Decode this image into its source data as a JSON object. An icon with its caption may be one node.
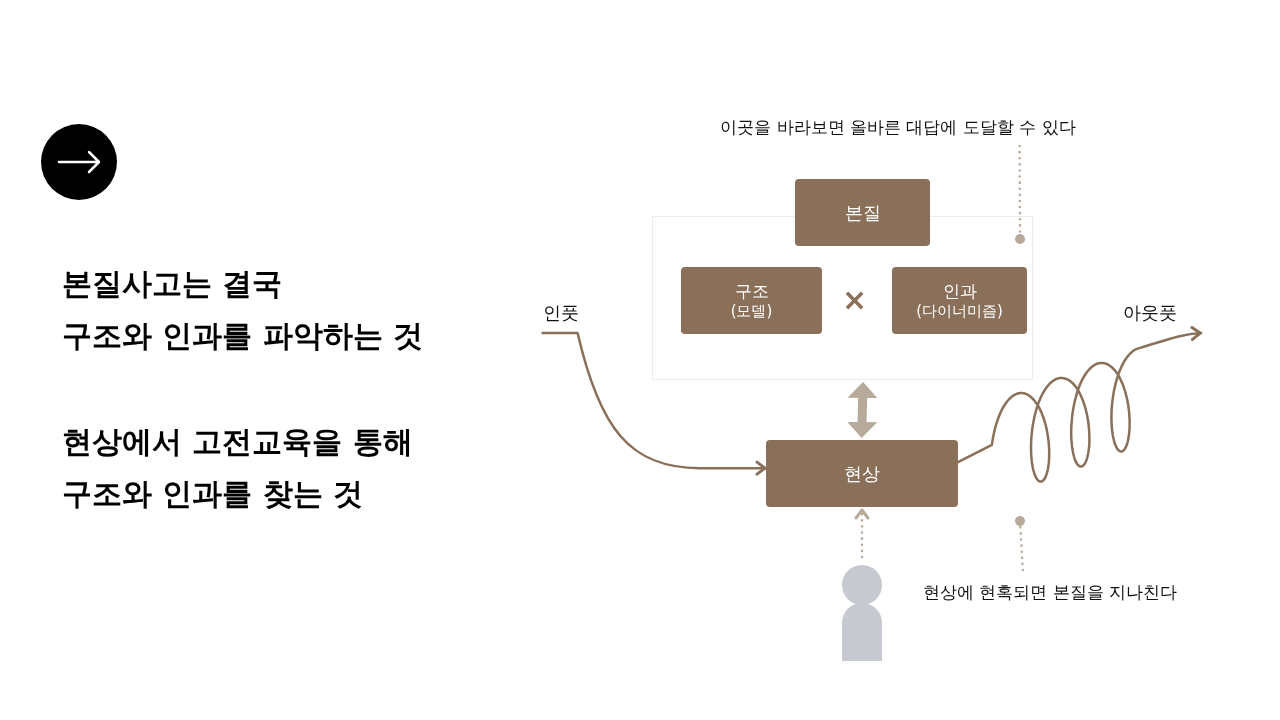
{
  "diagram": {
    "nodes": [
      {
        "text": [],
        "shape": "box"
      },
      {
        "text": [
          "본질"
        ]
      },
      {
        "text": [
          "구조",
          "(모델)"
        ],
        "in": 0
      },
      {
        "text": [
          "인과",
          "(다이너미즘)"
        ],
        "in": 0
      },
      {
        "text": [
          "현상"
        ]
      },
      {
        "text": [
          "인풋"
        ]
      },
      {
        "text": [
          "아웃풋"
        ]
      },
      {
        "text": [],
        "shape": "person"
      },
      {
        "text": [
          "이곳을 바라보면 올바른 대답에 도달할 수 있다"
        ]
      },
      {
        "text": [
          "현상에 현혹되면 본질을 지나친다"
        ]
      }
    ],
    "edges": [
      {
        "from": 5,
        "to": 4,
        "arrow": "to"
      },
      {
        "from": 4,
        "to": 6,
        "arrow": "to"
      },
      {
        "from": 0,
        "to": 4,
        "arrow": "both",
        "style": "thick",
        "color": "#b8aa9b"
      },
      {
        "from": 7,
        "to": 4,
        "arrow": "to",
        "style": "dashed",
        "color": "#b8aa9b"
      },
      {
        "from": 8,
        "to": 0,
        "arrow": "other",
        "style": "dashed",
        "color": "#b8aa9b"
      },
      {
        "from": 9,
        "to": null,
        "arrow": "other",
        "style": "dashed",
        "color": "#b8aa9b"
      }
    ],
    "labels": [
      "본질사고는 결국 구조와 인과를 파악하는 것",
      "현상에서 고전교육을 통해 구조와 인과를 찾는 것",
      "×"
    ]
  }
}
